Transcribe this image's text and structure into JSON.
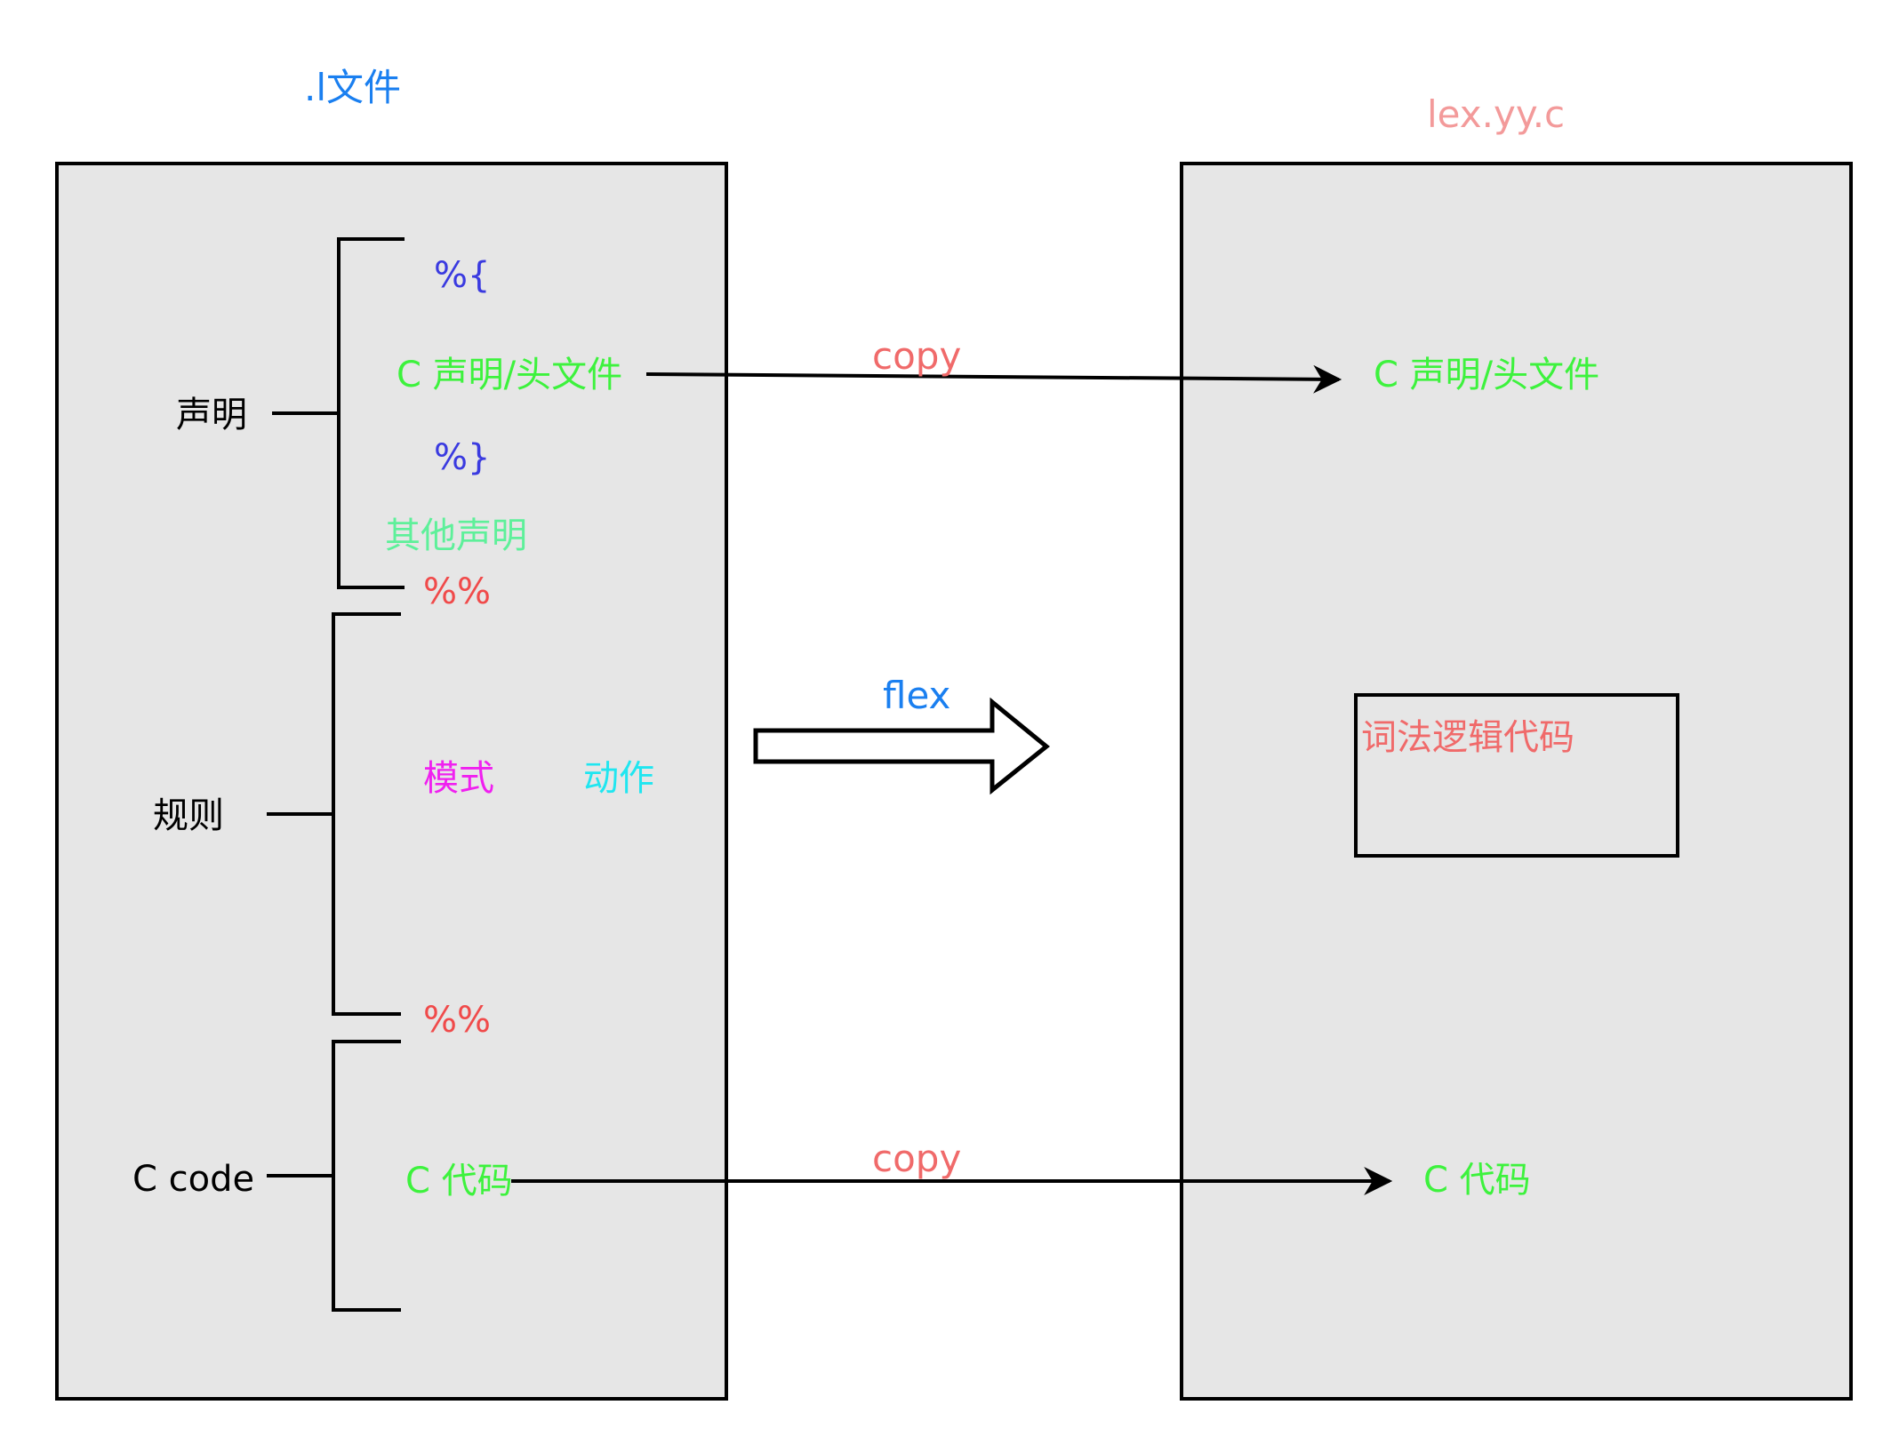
{
  "titles": {
    "source_file": ".l文件",
    "output_file": "lex.yy.c"
  },
  "sections": {
    "declarations": "声明",
    "rules": "规则",
    "c_code": "C code"
  },
  "source_items": {
    "open_brace": "%{",
    "c_decl": "C 声明/头文件",
    "close_brace": "%}",
    "other_decl": "其他声明",
    "sep1": "%%",
    "pattern": "模式",
    "action": "动作",
    "sep2": "%%",
    "c_code": "C 代码"
  },
  "arrows": {
    "copy_top": "copy",
    "flex": "flex",
    "copy_bottom": "copy"
  },
  "output_items": {
    "c_decl": "C 声明/头文件",
    "lexer_logic": "词法逻辑代码",
    "c_code": "C 代码"
  },
  "colors": {
    "panel_fill": "#e6e6e6",
    "stroke": "#000000",
    "title_blue": "#1a7ff0",
    "pink_title": "#f39a9a",
    "green": "#3df23d",
    "blue_brace": "#3a3ae0",
    "light_green": "#5ef09a",
    "red": "#f04a4a",
    "magenta": "#f020f0",
    "cyan": "#20e6f0",
    "copy_red": "#f06a6a",
    "lexer_red": "#f06a6a"
  }
}
